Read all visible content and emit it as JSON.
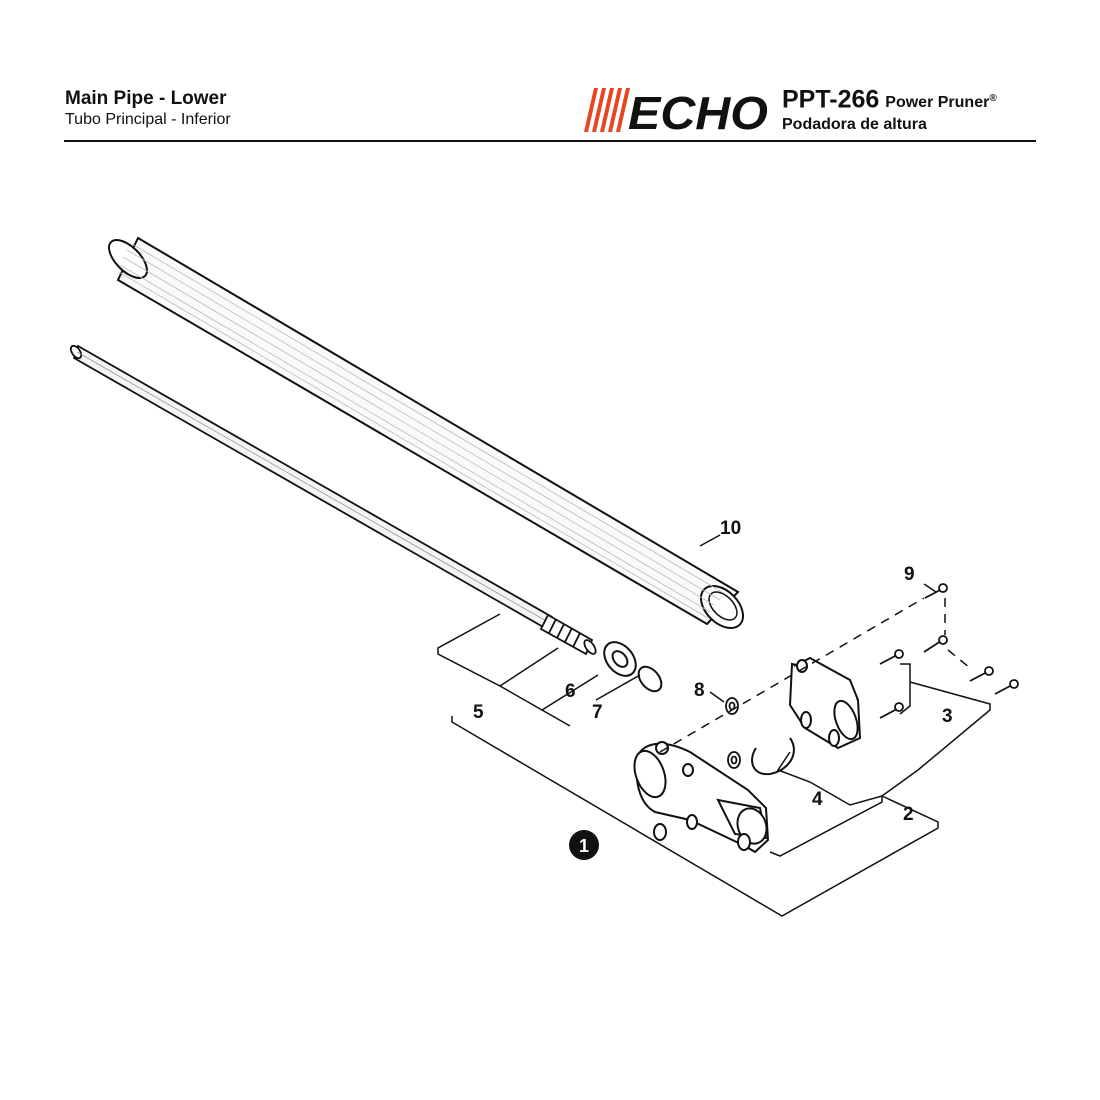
{
  "header": {
    "title": "Main Pipe - Lower",
    "subtitle": "Tubo Principal - Inferior",
    "brand_text": "ECHO",
    "model": "PPT-266",
    "product_en": "Power Pruner",
    "registered": "®",
    "product_es": "Podadora de altura"
  },
  "colors": {
    "brand_orange": "#e8451e",
    "ink": "#111111"
  },
  "callouts": {
    "c1": "1",
    "c2": "2",
    "c3": "3",
    "c4": "4",
    "c5": "5",
    "c6": "6",
    "c7": "7",
    "c8": "8",
    "c9": "9",
    "c10": "10"
  }
}
